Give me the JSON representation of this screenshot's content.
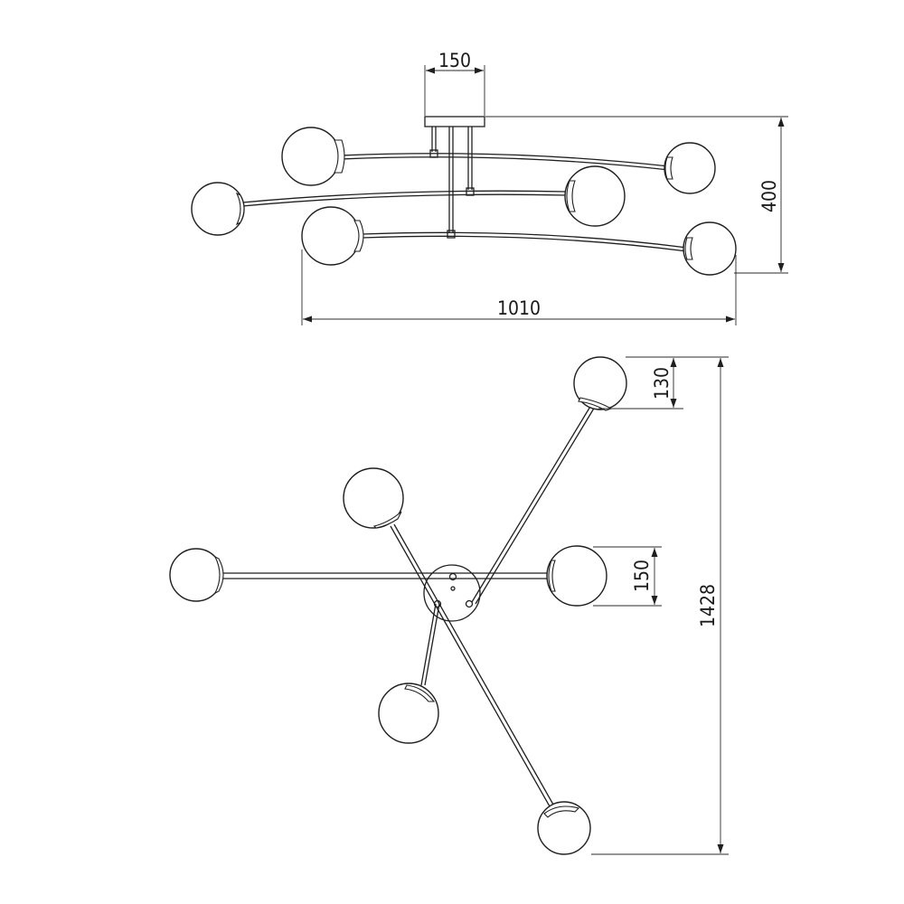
{
  "dimensions": {
    "canopy_width": "150",
    "side_height": "400",
    "side_width": "1010",
    "top_globe_offset": "130",
    "globe_diameter": "150",
    "total_length": "1428"
  },
  "colors": {
    "line": "#1f1f1f",
    "background": "#ffffff"
  }
}
